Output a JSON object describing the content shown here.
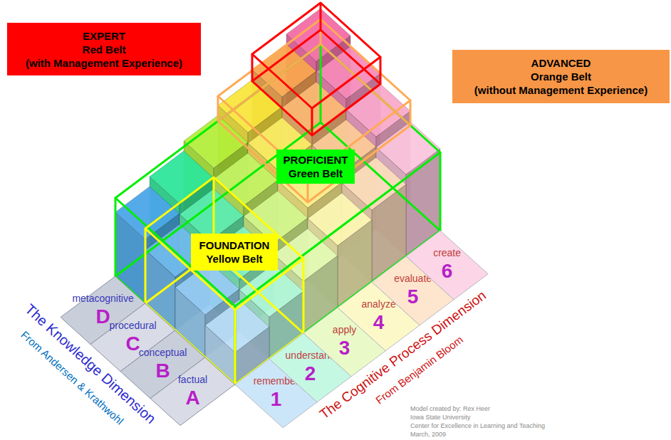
{
  "diagram": {
    "nodes": [
      {
        "text": [
          "EXPERT",
          "Red Belt",
          "(with Management Experience)"
        ]
      },
      {
        "text": [
          "ADVANCED",
          "Orange Belt",
          "(without Management Experience)"
        ]
      },
      {
        "text": [
          "PROFICIENT",
          "Green Belt"
        ]
      },
      {
        "text": [
          "FOUNDATION",
          "Yellow Belt"
        ]
      },
      {
        "text": [
          "metacognitive",
          "D"
        ]
      },
      {
        "text": [
          "procedural",
          "C"
        ]
      },
      {
        "text": [
          "conceptual",
          "B"
        ]
      },
      {
        "text": [
          "factual",
          "A"
        ]
      },
      {
        "text": [
          "remember",
          "1"
        ]
      },
      {
        "text": [
          "understand",
          "2"
        ]
      },
      {
        "text": [
          "apply",
          "3"
        ]
      },
      {
        "text": [
          "analyze",
          "4"
        ]
      },
      {
        "text": [
          "evaluate",
          "5"
        ]
      },
      {
        "text": [
          "create",
          "6"
        ]
      }
    ],
    "labels": [
      "The Knowledge Dimension",
      "From Andersen & Krathwohl",
      "The Cognitive Process Dimension",
      "From Benjamin Bloom",
      "Model created by: Rex Heer",
      "Iowa State University",
      "Center for Excellence in Learning and Teaching",
      "March, 2009"
    ]
  }
}
